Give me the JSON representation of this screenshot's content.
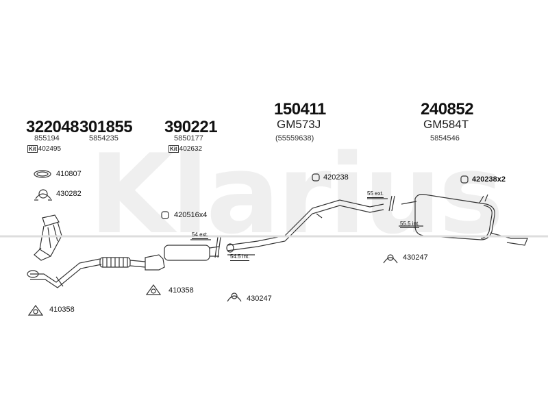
{
  "watermark": "Klarius",
  "columns": [
    {
      "part": "322048",
      "oe": "855194",
      "kit": "402495"
    },
    {
      "part": "301855",
      "oe": "5854235"
    },
    {
      "part": "390221",
      "oe": "5850177",
      "kit": "402632"
    },
    {
      "part": "150411",
      "oe": "GM573J",
      "oe2": "(55559638)"
    },
    {
      "part": "240852",
      "oe": "GM584T",
      "oe2": "5854546"
    }
  ],
  "kit_label": "Kit",
  "fittings": {
    "f410807": "410807",
    "f430282": "430282",
    "f410358a": "410358",
    "f410358b": "410358",
    "f420516": "420516x4",
    "f430247a": "430247",
    "f420238": "420238",
    "f420238x2": "420238x2",
    "f430247b": "430247"
  },
  "dimensions": {
    "d54ext": "54 ext.",
    "d545int": "54.5 int.",
    "d55ext": "55 ext.",
    "d555int": "55.5 int."
  }
}
